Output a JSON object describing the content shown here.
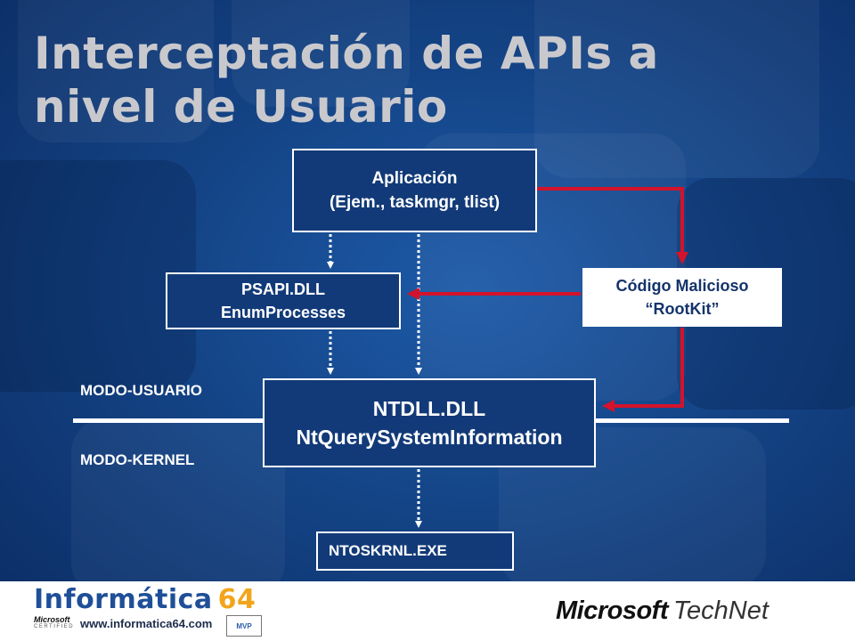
{
  "title": {
    "line1": "Interceptación de APIs a",
    "line2": "nivel de Usuario"
  },
  "boxes": {
    "application": {
      "line1": "Aplicación",
      "line2": "(Ejem., taskmgr, tlist)"
    },
    "psapi": {
      "line1": "PSAPI.DLL",
      "line2": "EnumProcesses"
    },
    "malicious": {
      "line1": "Código Malicioso",
      "line2": "“RootKit”"
    },
    "ntdll": {
      "line1": "NTDLL.DLL",
      "line2": "NtQuerySystemInformation"
    },
    "ntoskrnl": {
      "label": "NTOSKRNL.EXE"
    }
  },
  "modes": {
    "user": "MODO-USUARIO",
    "kernel": "MODO-KERNEL"
  },
  "footer": {
    "brand_name": "Informática",
    "brand_number": "64",
    "brand_url": "www.informatica64.com",
    "cert_brand": "Microsoft",
    "cert_label": "CERTIFIED",
    "mvp_label": "MVP",
    "partner_brand": "Microsoft",
    "partner_product": "TechNet"
  },
  "colors": {
    "background": "#144486",
    "title": "#c9c9cd",
    "box_dark": "#123a78",
    "arrow_red": "#d3132b",
    "brand_blue": "#1f4f98",
    "brand_orange": "#f2a51c"
  }
}
